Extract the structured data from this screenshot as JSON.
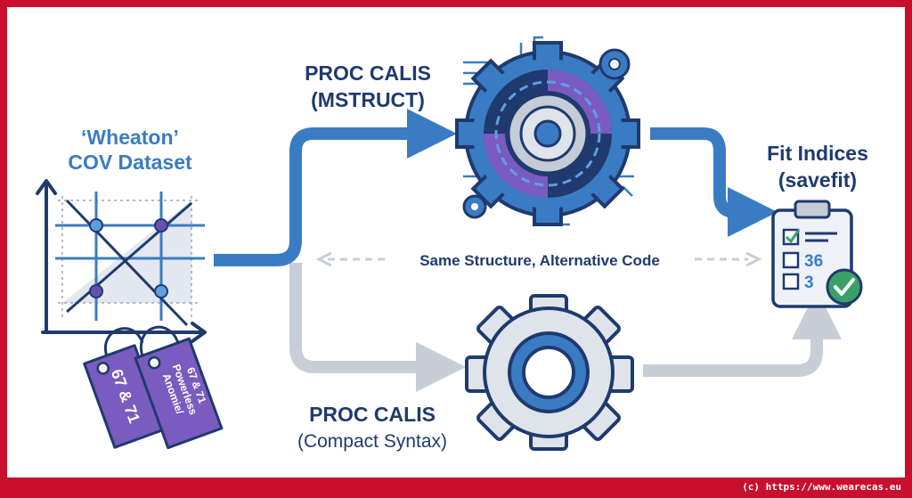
{
  "dataset": {
    "line1": "‘Wheaton’",
    "line2": "COV Dataset"
  },
  "tag1": "67 & 71",
  "tag2": {
    "line1": "Anomie/",
    "line2": "Powerless",
    "line3": "67 & 71"
  },
  "proc_top": {
    "line1": "PROC CALIS",
    "line2": "(MSTRUCT)"
  },
  "proc_bottom": {
    "line1": "PROC CALIS",
    "line2": "(Compact Syntax)"
  },
  "middle_label": "Same Structure, Alternative Code",
  "fit": {
    "line1": "Fit Indices",
    "line2": "(savefit)"
  },
  "clipboard": {
    "value1": "36",
    "value2": "3"
  },
  "footer": "(c) https://www.wearecas.eu",
  "colors": {
    "navy": "#1f3a6e",
    "accent_blue": "#3a7cc4",
    "purple": "#7a5bbf",
    "gray": "#c7ced8",
    "green": "#3aa06a",
    "brand_red": "#c8102e"
  }
}
